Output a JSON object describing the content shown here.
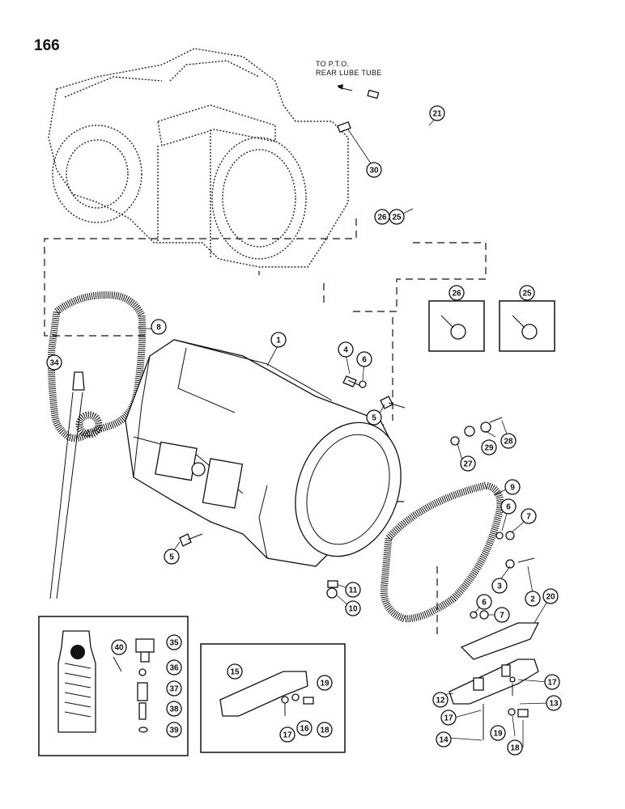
{
  "page": {
    "number": "166"
  },
  "note": {
    "line1": "TO P.T.O.",
    "line2": "REAR LUBE TUBE"
  },
  "callouts": [
    {
      "id": "1",
      "label": "1"
    },
    {
      "id": "2",
      "label": "2"
    },
    {
      "id": "3",
      "label": "3"
    },
    {
      "id": "4",
      "label": "4"
    },
    {
      "id": "5a",
      "label": "5"
    },
    {
      "id": "5b",
      "label": "5"
    },
    {
      "id": "6a",
      "label": "6"
    },
    {
      "id": "6b",
      "label": "6"
    },
    {
      "id": "6c",
      "label": "6"
    },
    {
      "id": "7a",
      "label": "7"
    },
    {
      "id": "7b",
      "label": "7"
    },
    {
      "id": "8",
      "label": "8"
    },
    {
      "id": "9",
      "label": "9"
    },
    {
      "id": "10",
      "label": "10"
    },
    {
      "id": "11",
      "label": "11"
    },
    {
      "id": "12",
      "label": "12"
    },
    {
      "id": "13",
      "label": "13"
    },
    {
      "id": "14",
      "label": "14"
    },
    {
      "id": "15",
      "label": "15"
    },
    {
      "id": "16",
      "label": "16"
    },
    {
      "id": "17a",
      "label": "17"
    },
    {
      "id": "17b",
      "label": "17"
    },
    {
      "id": "17c",
      "label": "17"
    },
    {
      "id": "18a",
      "label": "18"
    },
    {
      "id": "18b",
      "label": "18"
    },
    {
      "id": "19a",
      "label": "19"
    },
    {
      "id": "19b",
      "label": "19"
    },
    {
      "id": "20",
      "label": "20"
    },
    {
      "id": "21",
      "label": "21"
    },
    {
      "id": "25a",
      "label": "25"
    },
    {
      "id": "25b",
      "label": "25"
    },
    {
      "id": "26a",
      "label": "26"
    },
    {
      "id": "26b",
      "label": "26"
    },
    {
      "id": "27",
      "label": "27"
    },
    {
      "id": "28",
      "label": "28"
    },
    {
      "id": "29",
      "label": "29"
    },
    {
      "id": "30",
      "label": "30"
    },
    {
      "id": "34",
      "label": "34"
    },
    {
      "id": "35",
      "label": "35"
    },
    {
      "id": "36",
      "label": "36"
    },
    {
      "id": "37",
      "label": "37"
    },
    {
      "id": "38",
      "label": "38"
    },
    {
      "id": "39",
      "label": "39"
    },
    {
      "id": "40",
      "label": "40"
    }
  ]
}
